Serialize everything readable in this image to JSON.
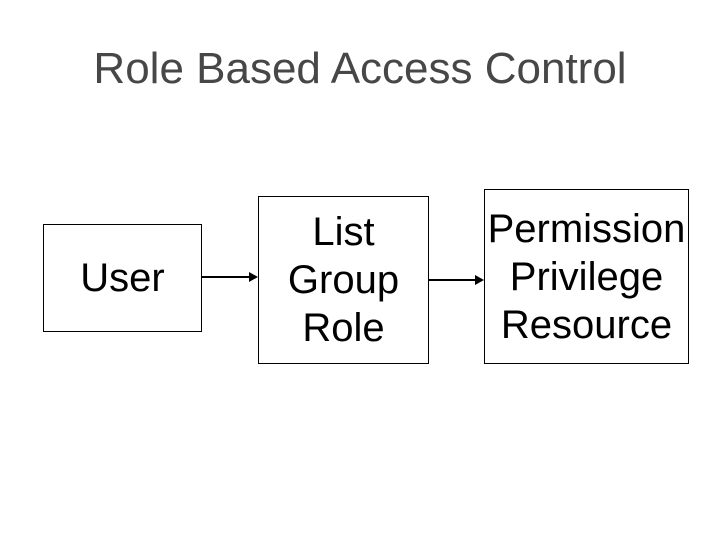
{
  "slide": {
    "title": "Role Based Access Control",
    "title_color": "#474747",
    "background_color": "#ffffff"
  },
  "diagram": {
    "node_fill": "#ffffff",
    "node_border_color": "#000000",
    "node_text_color": "#000000",
    "arrow_color": "#000000",
    "nodes": [
      {
        "id": "user",
        "lines": [
          "User"
        ]
      },
      {
        "id": "role",
        "lines": [
          "List",
          "Group",
          "Role"
        ]
      },
      {
        "id": "permission",
        "lines": [
          "Permission",
          "Privilege",
          "Resource"
        ]
      }
    ],
    "edges": [
      {
        "from": "user",
        "to": "role"
      },
      {
        "from": "role",
        "to": "permission"
      }
    ]
  }
}
